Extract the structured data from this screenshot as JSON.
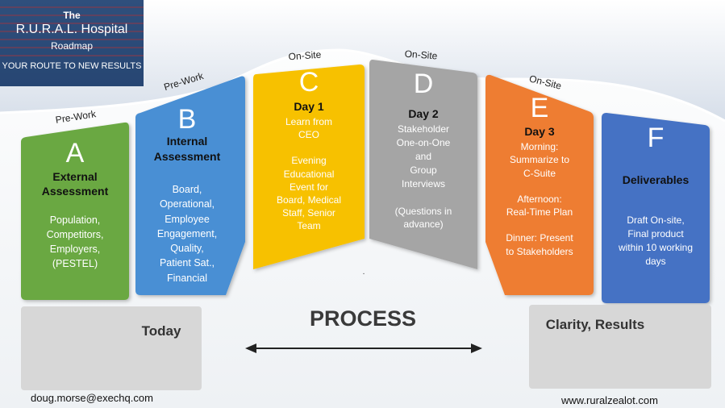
{
  "badge": {
    "line1": "The",
    "line2": "R.U.R.A.L. Hospital",
    "line3": "Roadmap",
    "tagline": "YOUR ROUTE TO NEW RESULTS"
  },
  "steps": [
    {
      "phase": "Pre-Work",
      "letter": "A",
      "title": [
        "External",
        "Assessment"
      ],
      "body": [
        "Population,",
        "Competitors,",
        "Employers,",
        "(PESTEL)"
      ],
      "color": "#6aa843"
    },
    {
      "phase": "Pre-Work",
      "letter": "B",
      "title": [
        "Internal",
        "Assessment"
      ],
      "body": [
        "Board,",
        "Operational,",
        "Employee",
        "Engagement,",
        "Quality,",
        "Patient Sat.,",
        "Financial"
      ],
      "color": "#4a8fd4"
    },
    {
      "phase": "On-Site",
      "letter": "C",
      "title": [
        "Day 1"
      ],
      "body": [
        "Learn from",
        "CEO",
        "",
        "Evening",
        "Educational",
        "Event for",
        "Board, Medical",
        "Staff, Senior",
        "Team"
      ],
      "color": "#f7c102"
    },
    {
      "phase": "On-Site",
      "letter": "D",
      "title": [
        "Day 2"
      ],
      "body": [
        "Stakeholder",
        "One-on-One",
        "and",
        "Group",
        "Interviews",
        "",
        "(Questions in",
        "advance)"
      ],
      "color": "#a5a5a5"
    },
    {
      "phase": "On-Site",
      "letter": "E",
      "title": [
        "Day 3"
      ],
      "body": [
        "Morning:",
        "Summarize to",
        "C-Suite",
        "",
        "Afternoon:",
        "Real-Time Plan",
        "",
        "Dinner: Present",
        "to Stakeholders"
      ],
      "color": "#ee7d31"
    },
    {
      "phase": "",
      "letter": "F",
      "title": [
        "Deliverables"
      ],
      "body": [
        "Draft On-site,",
        "Final product",
        "within 10 working",
        "days"
      ],
      "color": "#4472c4"
    }
  ],
  "bottom": {
    "left_label": "Today",
    "center_label": "PROCESS",
    "right_label": "Clarity, Results",
    "dot": "."
  },
  "footer": {
    "email": "doug.morse@exechq.com",
    "website": "www.ruralzealot.com"
  }
}
